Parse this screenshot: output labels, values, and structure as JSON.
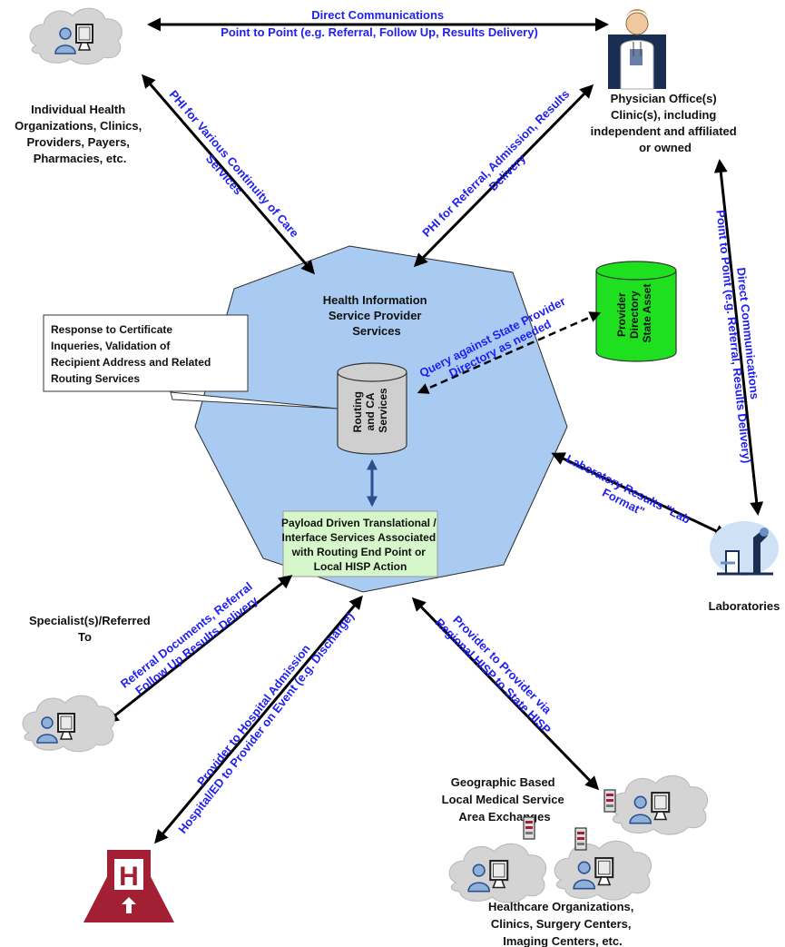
{
  "colors": {
    "hub": "#a9cbf2",
    "hub_stroke": "#2a2a2a",
    "green_cylinder": "#1fe01f",
    "gray_cylinder": "#cfcfcf",
    "payload_box": "#d6f7c9",
    "link_text": "#1f1ff2",
    "hospital": "#a31f34",
    "cloud": "#d4d4d4"
  },
  "hub": {
    "title_lines": [
      "Health Information",
      "Service Provider",
      "Services"
    ]
  },
  "routing_cylinder": {
    "lines": [
      "Routing",
      "and CA",
      "Services"
    ]
  },
  "provider_directory": {
    "lines": [
      "Provider",
      "Directory",
      "State Asset"
    ]
  },
  "payload_box": {
    "lines": [
      "Payload Driven Translational /",
      "Interface Services Associated",
      "with Routing End Point or",
      "Local HISP Action"
    ]
  },
  "callout": {
    "lines": [
      "Response to Certificate",
      "Inqueries, Validation of",
      "Recipient Address and Related",
      "Routing Services"
    ]
  },
  "nodes": {
    "individual_health": {
      "icon": "cloud-user-computer-icon",
      "lines": [
        "Individual Health",
        "Organizations, Clinics,",
        "Providers, Payers,",
        "Pharmacies, etc."
      ]
    },
    "physician_office": {
      "icon": "physician-icon",
      "lines": [
        "Physician Office(s)",
        "Clinic(s), including",
        "independent and affiliated",
        "or owned"
      ]
    },
    "laboratories": {
      "icon": "laboratory-microscope-icon",
      "label": "Laboratories"
    },
    "specialist": {
      "icon": "cloud-user-computer-icon",
      "lines": [
        "Specialist(s)/Referred",
        "To"
      ]
    },
    "hospital": {
      "icon": "hospital-icon",
      "letter": "H"
    },
    "geographic": {
      "lines": [
        "Geographic Based",
        "Local Medical Service",
        "Area Exchanges"
      ]
    },
    "healthcare_orgs": {
      "lines": [
        "Healthcare Organizations,",
        "Clinics, Surgery Centers,",
        "Imaging Centers, etc."
      ]
    }
  },
  "links": {
    "top_direct": [
      "Direct Communications",
      "Point to Point (e.g. Referral, Follow Up, Results Delivery)"
    ],
    "phi_continuity": [
      "PHI for Various Continuity of Care",
      "Services"
    ],
    "phi_referral": [
      "PHI for Referral, Admission, Results",
      "Delivery"
    ],
    "right_direct": [
      "Direct Communications",
      "Point to Point (e.g. Referral, Results Delivery)"
    ],
    "query_state": [
      "Query against State Provider",
      "Directory as needed"
    ],
    "lab_results": [
      "Laboratory Results \"Lab",
      "Format\""
    ],
    "referral_docs": [
      "Referral Documents, Referral",
      "Follow Up Results Delivery"
    ],
    "hospital_admission": [
      "Provider to Hospital Admission",
      "Hospital/ED to Provider on Event (e.g. Discharge)"
    ],
    "provider_regional": [
      "Provider to Provider via",
      "Regional HISP to State HISP"
    ]
  }
}
